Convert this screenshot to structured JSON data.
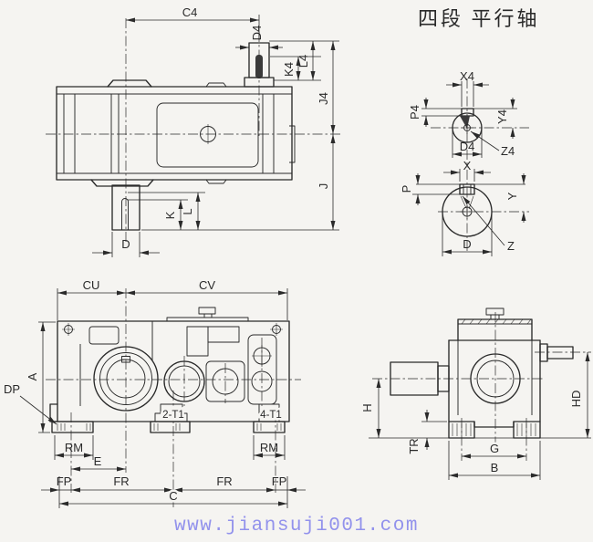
{
  "title": "四段  平行轴",
  "watermark": "www.jiansuji001.com",
  "colors": {
    "paper": "#f5f4f1",
    "ink": "#2a2a2a",
    "watermark": "#9292ec"
  },
  "plan_view": {
    "c4": "C4",
    "d4": "D4",
    "k4": "K4",
    "l4": "L4",
    "j4": "J4",
    "j": "J",
    "k": "K",
    "l": "L",
    "d": "D"
  },
  "shaft4_view": {
    "x4": "X4",
    "p4": "P4",
    "y4": "Y4",
    "d4": "D4",
    "z4": "Z4"
  },
  "shaft1_view": {
    "x": "X",
    "p": "P",
    "y": "Y",
    "d": "D",
    "z": "Z"
  },
  "front_view": {
    "cu": "CU",
    "cv": "CV",
    "a": "A",
    "dp": "DP",
    "rm_left": "RM",
    "rm_right": "RM",
    "e": "E",
    "fp_left": "FP",
    "fr_left": "FR",
    "fr_right": "FR",
    "fp_right": "FP",
    "c": "C",
    "holes_front": "2-T1",
    "holes_side": "4-T1"
  },
  "side_view": {
    "h": "H",
    "tr": "TR",
    "g": "G",
    "b": "B",
    "hd": "HD"
  }
}
